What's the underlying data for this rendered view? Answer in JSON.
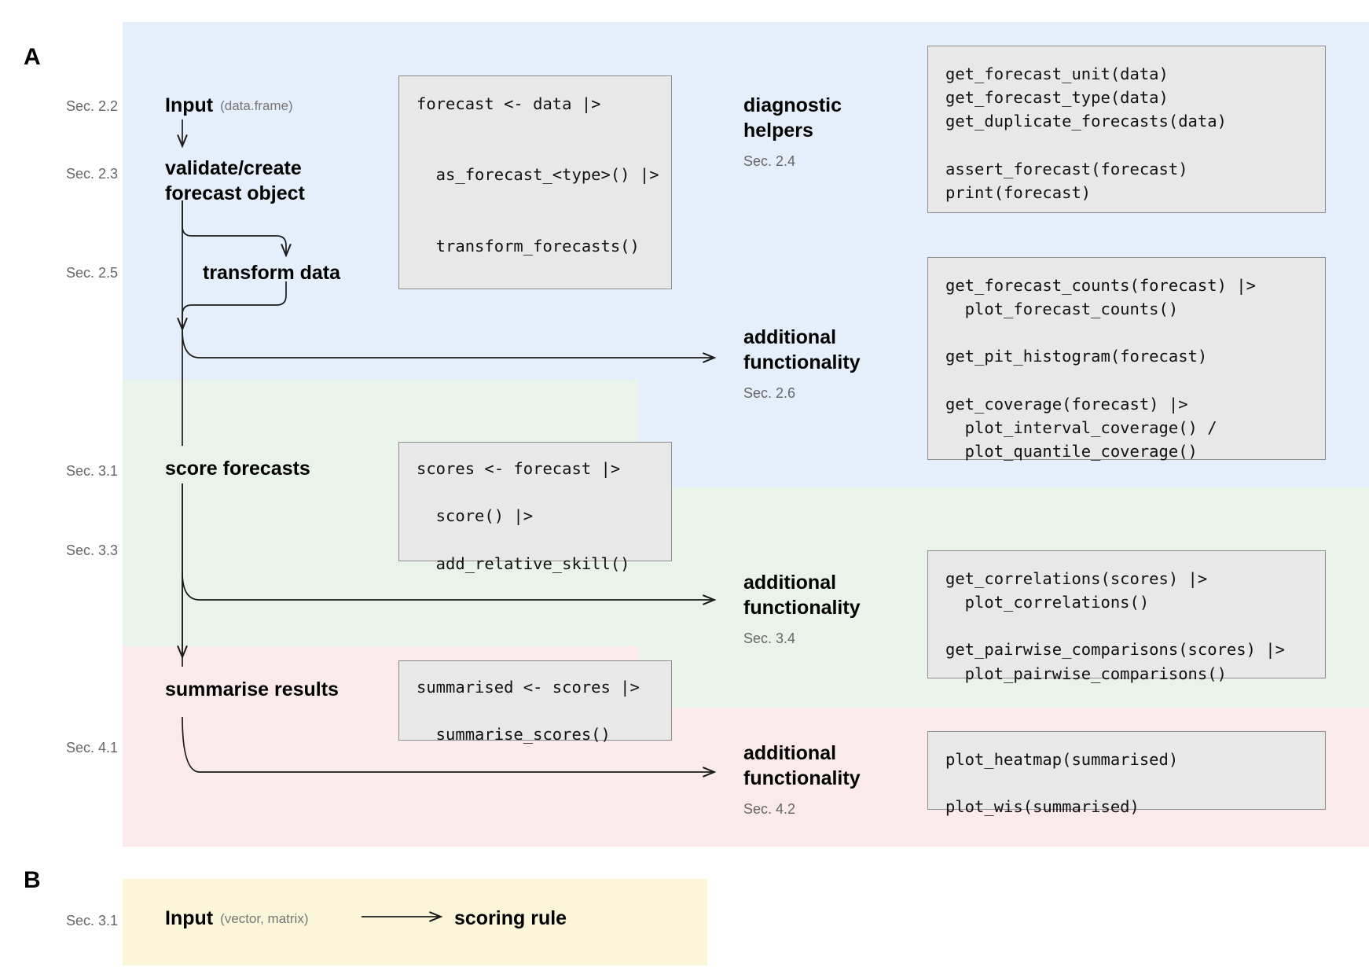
{
  "panels": {
    "a_letter": "A",
    "b_letter": "B"
  },
  "colors": {
    "blue": "#e5eefb",
    "green": "#e9f3ea",
    "pink": "#fbeaec",
    "yellow": "#fbf5da",
    "code_bg": "#e8e8e8",
    "code_border": "#8e8e8e",
    "sec_text": "#666666"
  },
  "panel_a": {
    "sections": [
      {
        "id": "sec-2-2",
        "label": "Sec. 2.2"
      },
      {
        "id": "sec-2-3",
        "label": "Sec. 2.3"
      },
      {
        "id": "sec-2-5",
        "label": "Sec. 2.5"
      },
      {
        "id": "sec-3-1",
        "label": "Sec. 3.1"
      },
      {
        "id": "sec-3-3",
        "label": "Sec. 3.3"
      },
      {
        "id": "sec-4-1",
        "label": "Sec. 4.1"
      }
    ],
    "steps": {
      "input": {
        "label": "Input",
        "sub": "(data.frame)"
      },
      "validate": {
        "line1": "validate/create",
        "line2": "forecast object"
      },
      "transform": {
        "label": "transform data"
      },
      "score": {
        "label": "score forecasts"
      },
      "summarise": {
        "label": "summarise results"
      }
    },
    "code_blocks": {
      "create": "forecast <- data |>\n\n\n  as_forecast_<type>() |>\n\n\n  transform_forecasts()",
      "score": "scores <- forecast |>\n\n  score() |>\n\n  add_relative_skill()",
      "summarise": "summarised <- scores |>\n\n  summarise_scores()"
    },
    "right_groups": [
      {
        "id": "diagnostic-helpers",
        "heading": "diagnostic\nhelpers",
        "sec": "Sec. 2.4",
        "code": "get_forecast_unit(data)\nget_forecast_type(data)\nget_duplicate_forecasts(data)\n\nassert_forecast(forecast)\nprint(forecast)"
      },
      {
        "id": "additional-functionality-2-6",
        "heading": "additional\nfunctionality",
        "sec": "Sec. 2.6",
        "code": "get_forecast_counts(forecast) |>\n  plot_forecast_counts()\n\nget_pit_histogram(forecast)\n\nget_coverage(forecast) |>\n  plot_interval_coverage() /\n  plot_quantile_coverage()"
      },
      {
        "id": "additional-functionality-3-4",
        "heading": "additional\nfunctionality",
        "sec": "Sec. 3.4",
        "code": "get_correlations(scores) |>\n  plot_correlations()\n\nget_pairwise_comparisons(scores) |>\n  plot_pairwise_comparisons()"
      },
      {
        "id": "additional-functionality-4-2",
        "heading": "additional\nfunctionality",
        "sec": "Sec. 4.2",
        "code": "plot_heatmap(summarised)\n\nplot_wis(summarised)"
      }
    ]
  },
  "panel_b": {
    "sec": "Sec. 3.1",
    "input": {
      "label": "Input",
      "sub": "(vector, matrix)"
    },
    "target": {
      "label": "scoring rule"
    }
  }
}
